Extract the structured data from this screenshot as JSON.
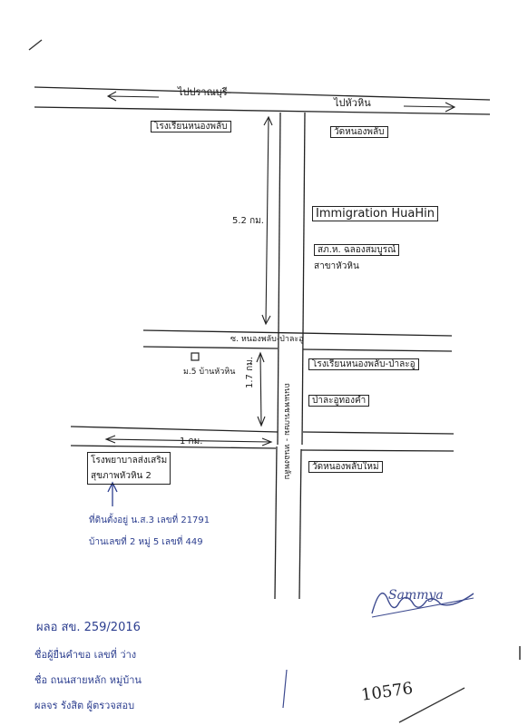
{
  "roads": {
    "top_road_left": "ไปปราณบุรี",
    "top_road_right": "ไปหัวหิน",
    "cross_road_1": "ซ. หนองพลับ-ป่าละอู",
    "main_road": "ถนนเพชรเกษม - หนองพลับ",
    "distance_north": "5.2 กม.",
    "distance_middle": "1.7 กม.",
    "distance_bottom": "1 กม."
  },
  "places": {
    "nw_corner": "โรงเรียนหนองพลับ",
    "ne_corner": "วัดหนองพลับ",
    "immigration": "Immigration HuaHin",
    "police_box": "สภ.ห. ฉลองสมบูรณ์",
    "police_sub": "สาขาหัวหิน",
    "moo_village": "ม.5 บ้านหัวหิน",
    "cross_ne": "โรงเรียนหนองพลับ-ป่าละอู",
    "cross_se": "ป่าละอูทองคำ",
    "bottom_left_1": "โรงพยาบาลส่งเสริม",
    "bottom_left_2": "สุขภาพหัวหิน 2",
    "bottom_right": "วัดหนองพลับใหม่"
  },
  "annotation": {
    "line1": "ที่ดินตั้งอยู่ น.ส.3 เลขที่ 21791",
    "line2": "บ้านเลขที่ 2 หมู่ 5 เลขที่ 449"
  },
  "signature": "Sammya",
  "notes": {
    "ref_line": "ผลอ สข. 259/2016",
    "line2": "ชื่อผู้ยื่นคำขอ เลขที่ ว่าง",
    "line3": "ชื่อ ถนนสายหลัก หมู่บ้าน",
    "line4": "ผลจร รังสิต ผู้ตรวจสอบ"
  },
  "page_number": "10576"
}
